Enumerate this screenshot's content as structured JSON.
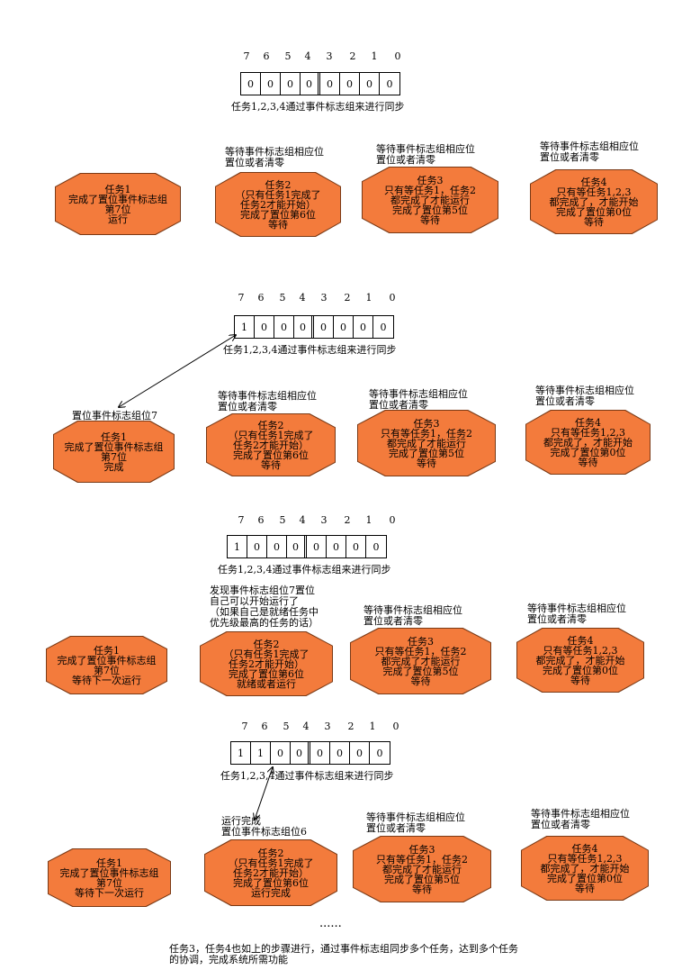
{
  "bit_positions": [
    "7",
    "6",
    "5",
    "4",
    "3",
    "2",
    "1",
    "0"
  ],
  "sections": [
    {
      "bits": [
        "0",
        "0",
        "0",
        "0",
        "0",
        "0",
        "0",
        "0"
      ],
      "caption": "任务1,2,3,4通过事件标志组来进行同步",
      "task1": {
        "label": "",
        "text": "任务1\n完成了置位事件标志组\n第7位\n运行"
      },
      "task2": {
        "label": "等待事件标志组相应位\n置位或者清零",
        "text": "任务2\n（只有任务1完成了\n任务2才能开始）\n完成了置位第6位\n等待"
      },
      "task3": {
        "label": "等待事件标志组相应位\n置位或者清零",
        "text": "任务3\n只有等任务1，任务2\n都完成了才能运行\n完成了置位第5位\n等待"
      },
      "task4": {
        "label": "等待事件标志组相应位\n置位或者清零",
        "text": "任务4\n只有等任务1,2,3\n都完成了，才能开始\n完成了置位第0位\n等待"
      }
    },
    {
      "bits": [
        "1",
        "0",
        "0",
        "0",
        "0",
        "0",
        "0",
        "0"
      ],
      "caption": "任务1,2,3,4通过事件标志组来进行同步",
      "task1": {
        "label": "置位事件标志组位7",
        "text": "任务1\n完成了置位事件标志组\n第7位\n完成"
      },
      "task2": {
        "label": "等待事件标志组相应位\n置位或者清零",
        "text": "任务2\n（只有任务1完成了\n任务2才能开始）\n完成了置位第6位\n等待"
      },
      "task3": {
        "label": "等待事件标志组相应位\n置位或者清零",
        "text": "任务3\n只有等任务1，任务2\n都完成了才能运行\n完成了置位第5位\n等待"
      },
      "task4": {
        "label": "等待事件标志组相应位\n置位或者清零",
        "text": "任务4\n只有等任务1,2,3\n都完成了，才能开始\n完成了置位第0位\n等待"
      }
    },
    {
      "bits": [
        "1",
        "0",
        "0",
        "0",
        "0",
        "0",
        "0",
        "0"
      ],
      "caption": "任务1,2,3,4通过事件标志组来进行同步",
      "task1": {
        "label": "",
        "text": "任务1\n完成了置位事件标志组\n第7位\n等待下一次运行"
      },
      "task2": {
        "label": "发现事件标志组位7置位\n自己可以开始运行了\n（如果自己是就绪任务中\n优先级最高的任务的话）",
        "text": "任务2\n（只有任务1完成了\n任务2才能开始）\n完成了置位第6位\n就绪或者运行"
      },
      "task3": {
        "label": "等待事件标志组相应位\n置位或者清零",
        "text": "任务3\n只有等任务1，任务2\n都完成了才能运行\n完成了置位第5位\n等待"
      },
      "task4": {
        "label": "等待事件标志组相应位\n置位或者清零",
        "text": "任务4\n只有等任务1,2,3\n都完成了，才能开始\n完成了置位第0位\n等待"
      }
    },
    {
      "bits": [
        "1",
        "1",
        "0",
        "0",
        "0",
        "0",
        "0",
        "0"
      ],
      "caption": "任务1,2,3,4通过事件标志组来进行同步",
      "task1": {
        "label": "",
        "text": "任务1\n完成了置位事件标志组\n第7位\n等待下一次运行"
      },
      "task2": {
        "label": "运行完成\n置位事件标志组位6",
        "text": "任务2\n（只有任务1完成了\n任务2才能开始）\n完成了置位第6位\n运行完成"
      },
      "task3": {
        "label": "等待事件标志组相应位\n置位或者清零",
        "text": "任务3\n只有等任务1，任务2\n都完成了才能运行\n完成了置位第5位\n等待"
      },
      "task4": {
        "label": "等待事件标志组相应位\n置位或者清零",
        "text": "任务4\n只有等任务1,2,3\n都完成了，才能开始\n完成了置位第0位\n等待"
      }
    }
  ],
  "ellipsis": "......",
  "footer": "任务3，任务4也如上的步骤进行，通过事件标志组同步多个任务，达到多个任务\n的协调，完成系统所需功能",
  "colors": {
    "task_fill": "#f37b3c",
    "task_border": "#7a3a16"
  }
}
